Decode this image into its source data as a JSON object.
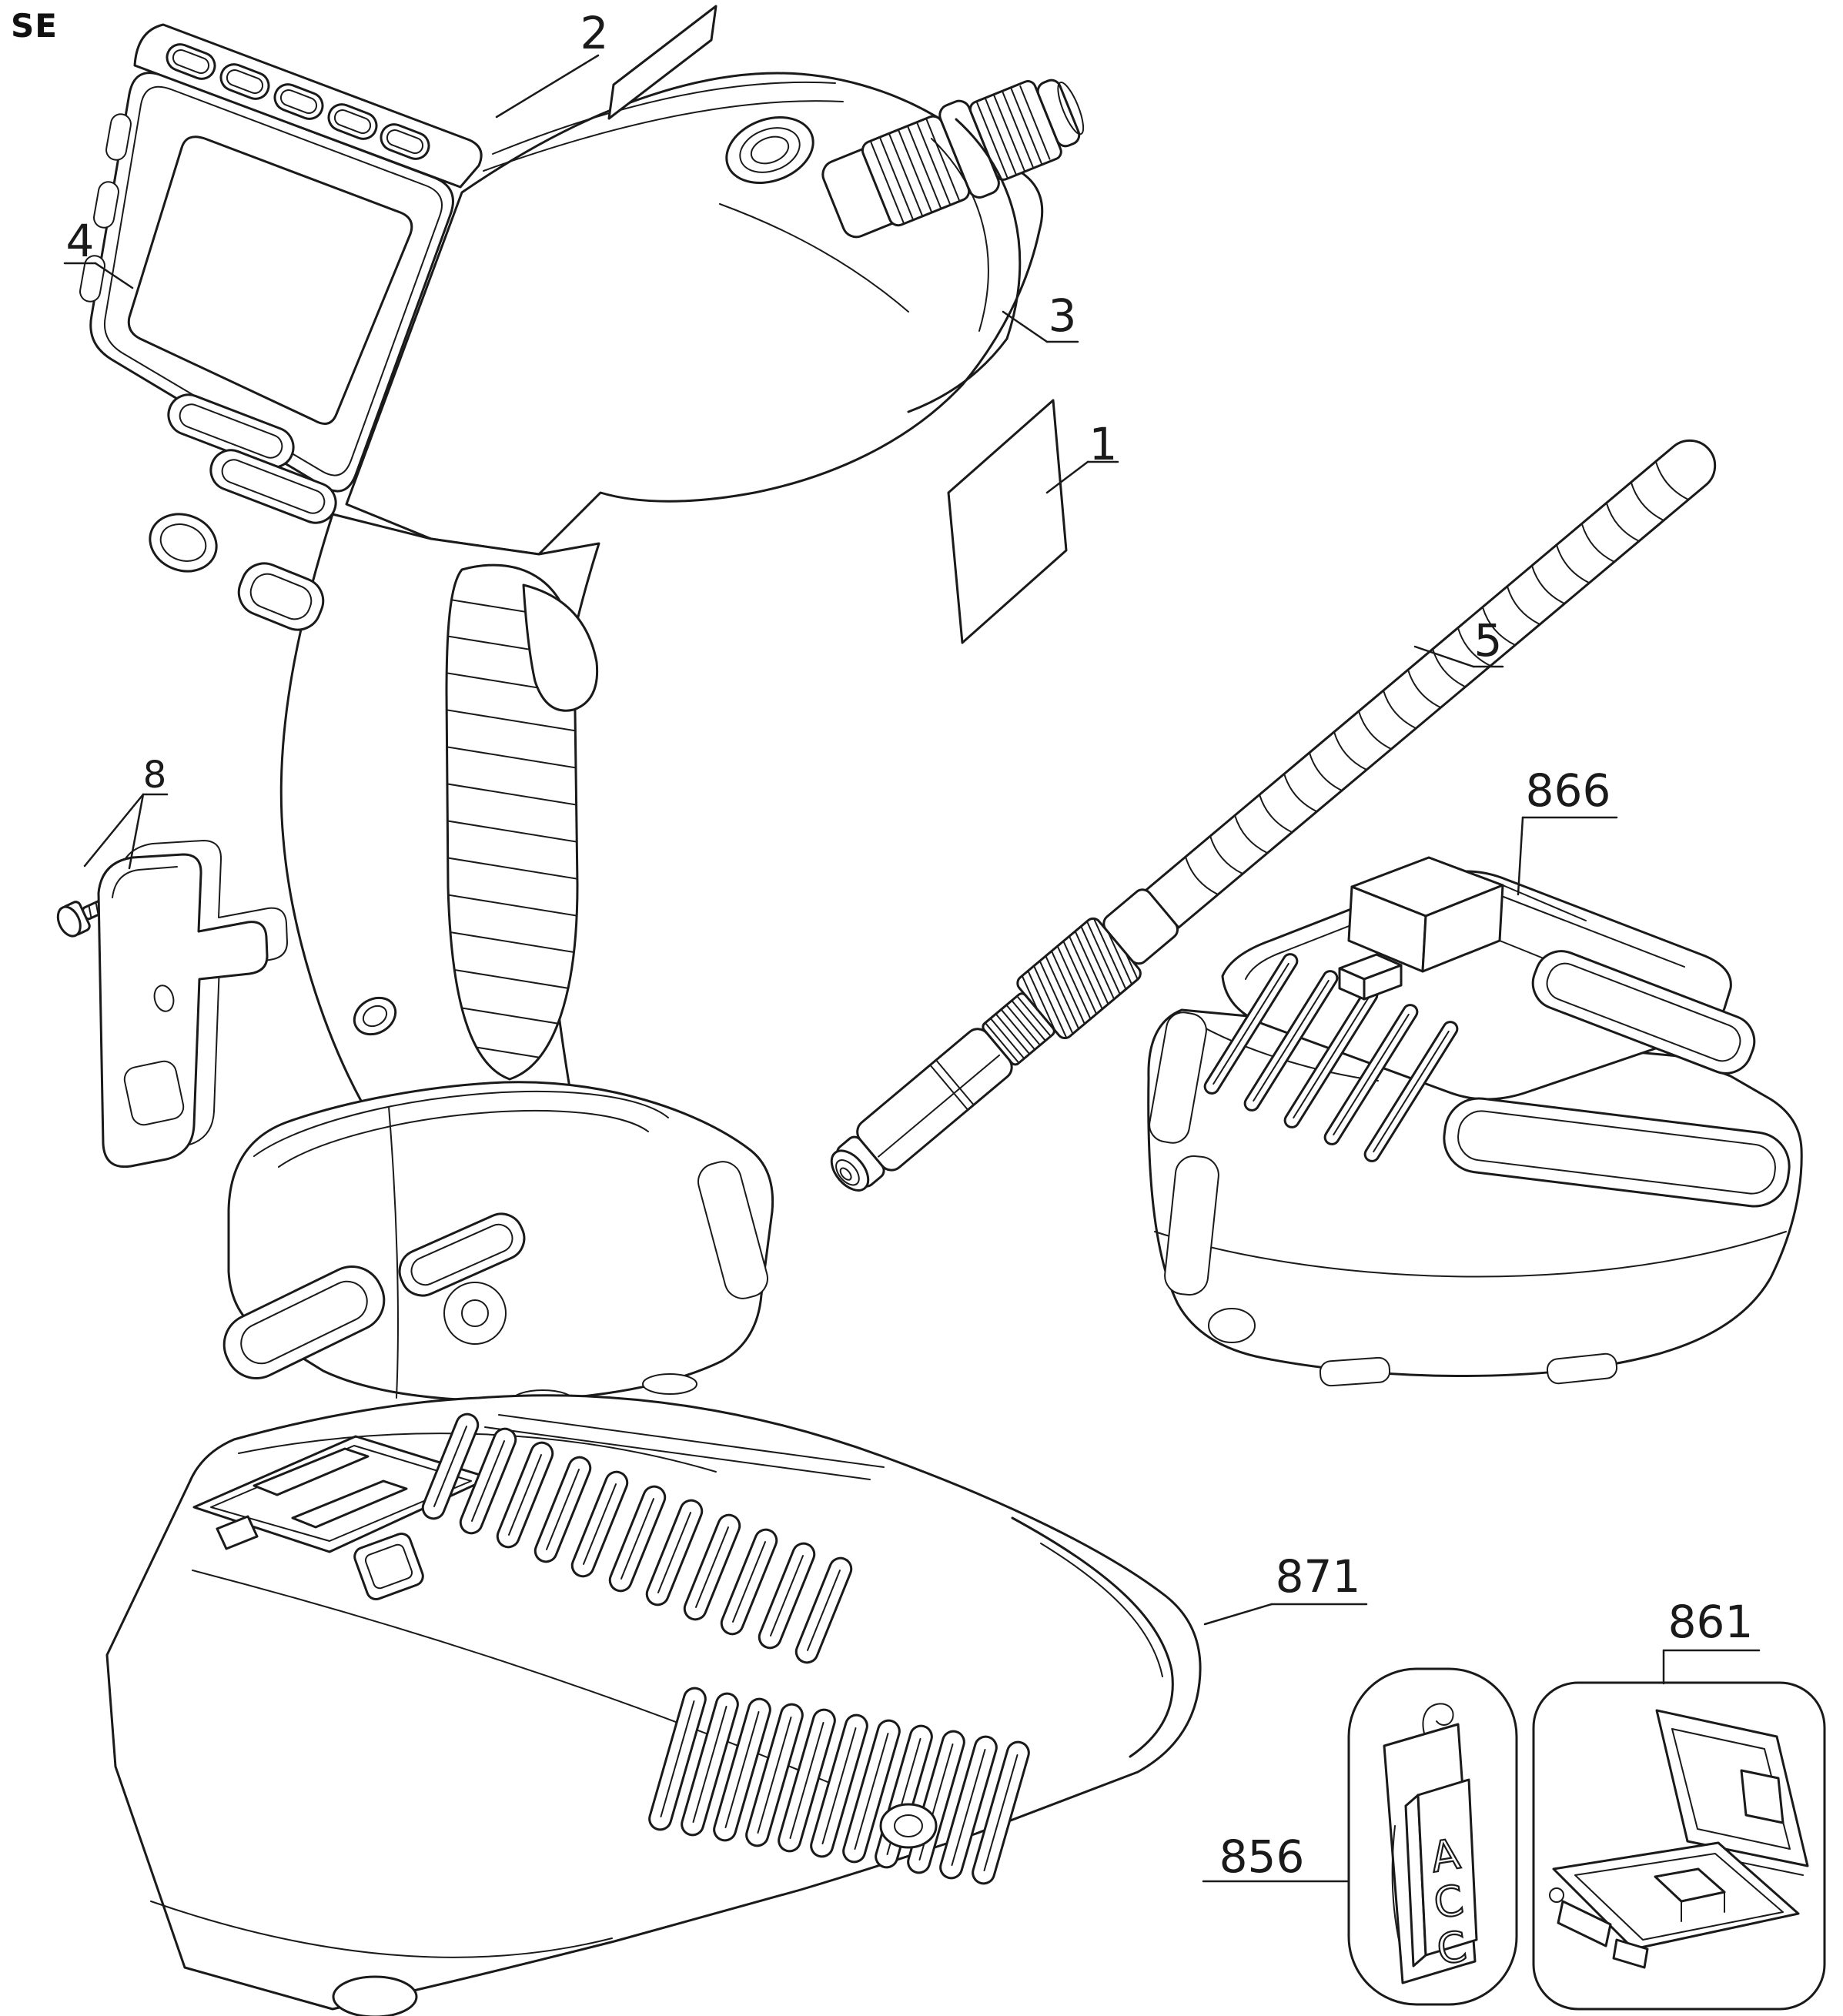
{
  "figure": {
    "corner_mark": "SE",
    "type": "patent-parts-diagram",
    "colors": {
      "line": "#1a1a1a",
      "background": "#ffffff"
    }
  },
  "labels": {
    "main_unit": "1",
    "top_housing": "2",
    "collar": "3",
    "front_housing": "4",
    "probe": "5",
    "hang_bracket": "8",
    "battery_pack": "866",
    "charger": "871",
    "storage_case": "861",
    "accessory_pack": "856"
  },
  "accessory": {
    "letters": [
      "A",
      "C",
      "C"
    ]
  }
}
